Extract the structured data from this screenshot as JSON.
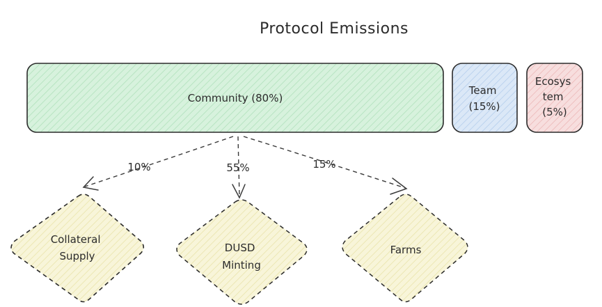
{
  "title": "Protocol Emissions",
  "allocations": [
    {
      "id": "community",
      "lines": [
        "Community (80%)"
      ],
      "percent": 80,
      "fill": "#d7f2dd"
    },
    {
      "id": "team",
      "lines": [
        "Team",
        "(15%)"
      ],
      "percent": 15,
      "fill": "#dbe8f7"
    },
    {
      "id": "ecosystem",
      "lines": [
        "Ecosys",
        "tem",
        "(5%)"
      ],
      "percent": 5,
      "fill": "#f7dede"
    }
  ],
  "destinations": [
    {
      "id": "collateral-supply",
      "lines": [
        "Collateral",
        "Supply"
      ],
      "edge_label": "10%",
      "fill": "#f8f5d9"
    },
    {
      "id": "dusd-minting",
      "lines": [
        "DUSD",
        "Minting"
      ],
      "edge_label": "55%",
      "fill": "#f8f5d9"
    },
    {
      "id": "farms",
      "lines": [
        "Farms"
      ],
      "edge_label": "15%",
      "fill": "#f8f5d9"
    }
  ],
  "colors": {
    "stroke": "#2b2b2b",
    "hatch_community": "#b8e4c2",
    "hatch_team": "#bcd3ee",
    "hatch_ecosystem": "#eebfbf",
    "hatch_diamond": "#ece7b4"
  }
}
